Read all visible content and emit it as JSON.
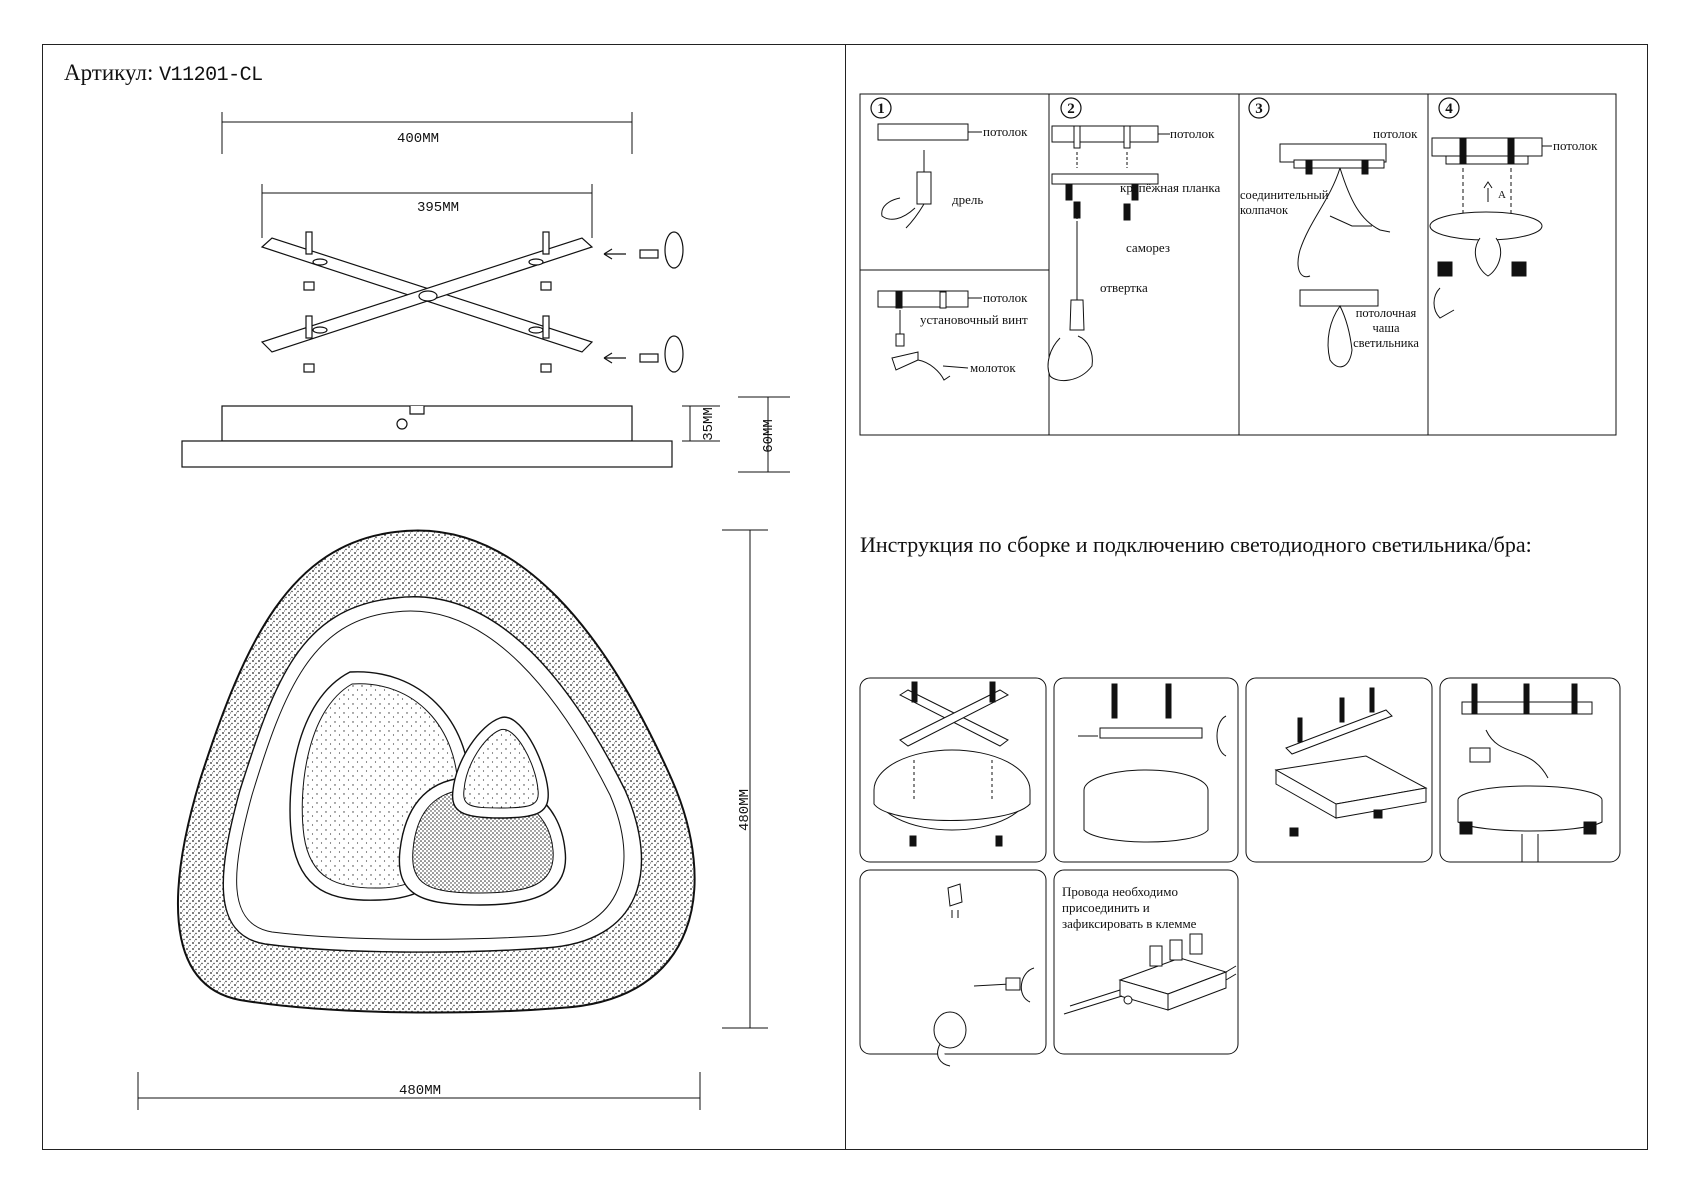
{
  "header": {
    "label": "Артикул:",
    "code": "V11201-CL"
  },
  "dimensions": {
    "bracket_outer": "400MM",
    "bracket_inner": "395MM",
    "base_height": "35MM",
    "total_height": "60MM",
    "lamp_height": "480MM",
    "lamp_width": "480MM"
  },
  "steps": [
    {
      "number": "1",
      "labels": {
        "ceiling_a": "потолок",
        "drill": "дрель",
        "ceiling_b": "потолок",
        "screw": "установочный винт",
        "hammer": "молоток"
      }
    },
    {
      "number": "2",
      "labels": {
        "ceiling": "потолок",
        "bracket": "крепёжная планка",
        "self_tap": "саморез",
        "screwdriver": "отвертка"
      }
    },
    {
      "number": "3",
      "labels": {
        "ceiling": "потолок",
        "cap": "соединительный колпачок",
        "cup": "потолочная чаша светильника"
      }
    },
    {
      "number": "4",
      "labels": {
        "ceiling": "потолок",
        "arrow": "A"
      }
    }
  ],
  "instruction_title": "Инструкция по сборке и подключению светодиодного светильника/бра:",
  "wiring_note": "Провода необходимо присоединить и зафиксировать в клемме"
}
